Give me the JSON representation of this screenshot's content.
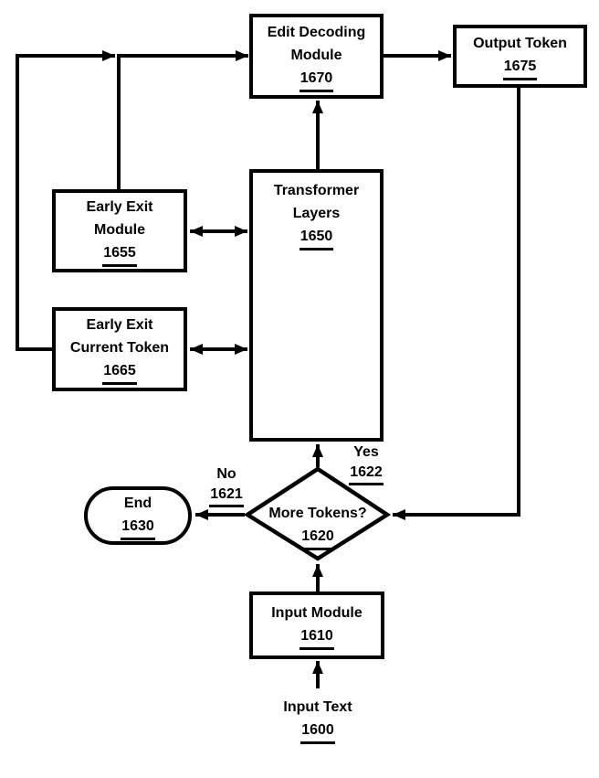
{
  "figure": {
    "type": "flowchart",
    "colors": {
      "stroke": "#000000",
      "background": "#ffffff"
    }
  },
  "nodes": {
    "edit_decoding": {
      "line1": "Edit Decoding",
      "line2": "Module",
      "ref": "1670"
    },
    "output_token": {
      "line1": "Output Token",
      "ref": "1675"
    },
    "early_exit_module": {
      "line1": "Early Exit",
      "line2": "Module",
      "ref": "1655"
    },
    "early_exit_current_token": {
      "line1": "Early Exit",
      "line2": "Current Token",
      "ref": "1665"
    },
    "transformer_layers": {
      "line1": "Transformer",
      "line2": "Layers",
      "ref": "1650"
    },
    "more_tokens": {
      "line1": "More Tokens?",
      "ref": "1620"
    },
    "end": {
      "line1": "End",
      "ref": "1630"
    },
    "input_module": {
      "line1": "Input Module",
      "ref": "1610"
    },
    "input_text": {
      "line1": "Input Text",
      "ref": "1600"
    }
  },
  "edge_labels": {
    "no": {
      "text": "No",
      "ref": "1621"
    },
    "yes": {
      "text": "Yes",
      "ref": "1622"
    }
  }
}
